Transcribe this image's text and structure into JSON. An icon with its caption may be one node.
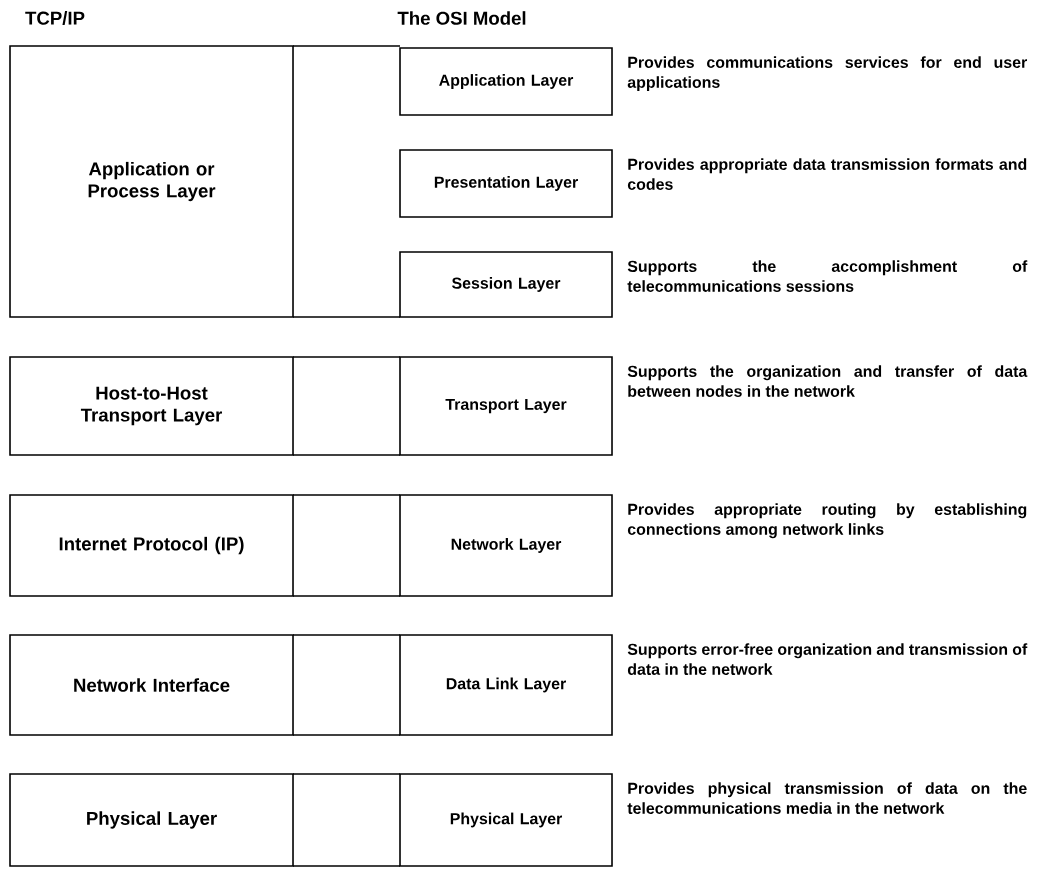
{
  "diagram": {
    "nodes": [
      {
        "text": [
          "Application or Process Layer"
        ]
      },
      {
        "text": [
          "Application Layer"
        ],
        "beside": [
          "Provides communications services for end user applications"
        ]
      },
      {
        "text": [
          "Presentation Layer"
        ],
        "beside": [
          "Provides appropriate data transmission formats and codes"
        ]
      },
      {
        "text": [
          "Session Layer"
        ],
        "beside": [
          "Supports the accomplishment of telecommunications sessions"
        ]
      },
      {
        "text": [
          "Host-to-Host Transport Layer"
        ]
      },
      {
        "text": [
          "Transport Layer"
        ],
        "beside": [
          "Supports the organization and transfer of data between nodes in the network"
        ]
      },
      {
        "text": [
          "Internet Protocol (IP)"
        ]
      },
      {
        "text": [
          "Network Layer"
        ],
        "beside": [
          "Provides appropriate routing by establishing connections among network links"
        ]
      },
      {
        "text": [
          "Network Interface"
        ]
      },
      {
        "text": [
          "Data Link Layer"
        ],
        "beside": [
          "Supports error-free organization and transmission of data in the network"
        ]
      },
      {
        "text": [
          "Physical Layer"
        ]
      },
      {
        "text": [
          "Physical Layer"
        ],
        "beside": [
          "Provides physical transmission of data on the telecommunications media in the network"
        ]
      }
    ],
    "labels": [
      "TCP/IP",
      "The OSI Model"
    ]
  }
}
